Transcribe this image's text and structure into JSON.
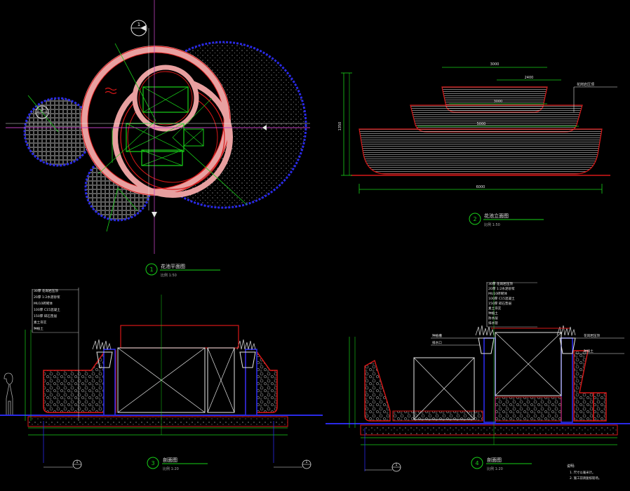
{
  "drawing": {
    "background": "#000000",
    "colors": {
      "red": "#d81818",
      "green": "#19d219",
      "blue": "#2a2ae8",
      "white": "#e6e6e6",
      "grey": "#a8a8a8",
      "magenta": "#c040c0",
      "pink": "#e8a0a0"
    }
  },
  "titles": [
    {
      "number": "1",
      "text": "花池平面图",
      "scale": "比例 1:50"
    },
    {
      "number": "2",
      "text": "花池立面图",
      "scale": "比例 1:50"
    },
    {
      "number": "3",
      "text": "剖面图",
      "scale": "比例 1:20"
    },
    {
      "number": "4",
      "text": "剖面图",
      "scale": "比例 1:20"
    }
  ],
  "markers": {
    "plan_top": "1",
    "plan_left": "3",
    "section3_left": "1",
    "section3_right": "1",
    "section4_left": "1"
  },
  "elevation_dims": {
    "top_upper": "3000",
    "top_mid": "2400",
    "tier2": "3000",
    "tier3": "5000",
    "base": "6000",
    "left_total": "1350"
  },
  "section3_notes": [
    "30厚 花岗岩压顶",
    "20厚 1:2水泥砂浆",
    "MU10砖砌体",
    "100厚 C15混凝土",
    "150厚 碎石垫层",
    "素土夯实",
    "种植土"
  ],
  "section4_notes": [
    "30厚 花岗岩压顶",
    "20厚 1:2水泥砂浆",
    "MU10砖砌体",
    "100厚 C15混凝土",
    "150厚 碎石垫层",
    "素土夯实",
    "种植土",
    "防水层",
    "排水管"
  ],
  "section4_side_notes": [
    "种植槽",
    "排水口"
  ],
  "right_callouts": [
    "花岗岩压顶",
    "种植土"
  ],
  "footnote": {
    "heading": "说明:",
    "lines": [
      "1. 尺寸以毫米计。",
      "2. 施工前请复核现场。"
    ]
  }
}
